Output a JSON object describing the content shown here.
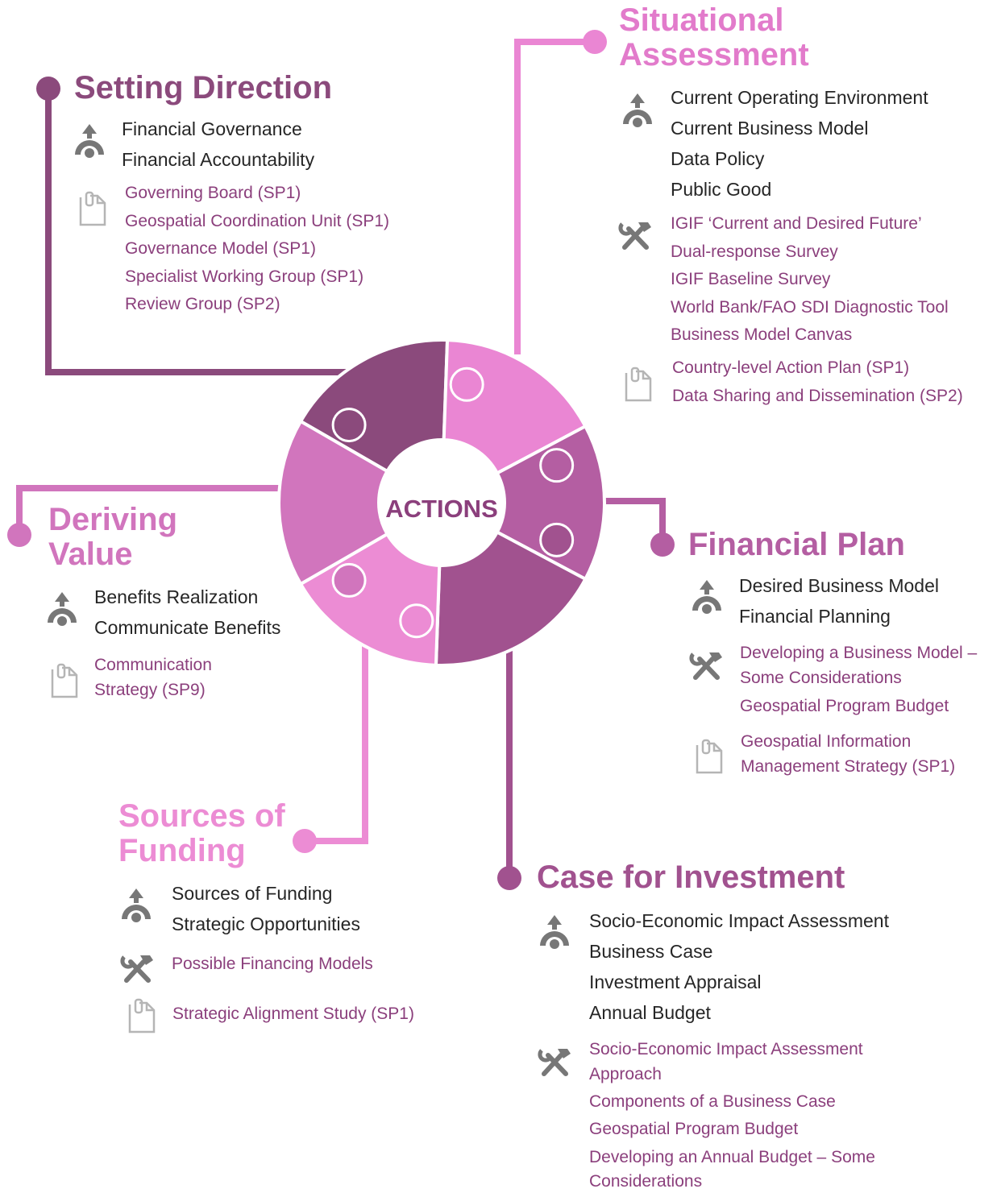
{
  "center": {
    "label": "ACTIONS"
  },
  "colors": {
    "dark": "#8b4a7c",
    "medium": "#b45ea2",
    "light": "#ea86d3",
    "pale": "#ec8cd4",
    "mid2": "#d175bd",
    "heading_pink": "#e27bcb",
    "link": "#8b3f7c",
    "icon_gray": "#777777",
    "doc_gray": "#b5b5b5"
  },
  "sections": {
    "setting_direction": {
      "title": "Setting Direction",
      "actions": [
        "Financial Governance",
        "Financial Accountability"
      ],
      "tools": [],
      "documents": [
        "Governing Board (SP1)",
        "Geospatial Coordination Unit (SP1)",
        "Governance Model (SP1)",
        "Specialist Working Group (SP1)",
        "Review Group (SP2)"
      ]
    },
    "situational_assessment": {
      "title_line1": "Situational",
      "title_line2": "Assessment",
      "actions": [
        "Current Operating Environment",
        "Current Business Model",
        "Data Policy",
        "Public Good"
      ],
      "tools": [
        "IGIF ‘Current and Desired Future’",
        "Dual-response Survey",
        "IGIF Baseline Survey",
        "World Bank/FAO SDI Diagnostic Tool",
        "Business Model Canvas"
      ],
      "documents": [
        "Country-level Action Plan (SP1)",
        "Data Sharing and Dissemination (SP2)"
      ]
    },
    "deriving_value": {
      "title_line1": "Deriving",
      "title_line2": "Value",
      "actions": [
        "Benefits Realization",
        "Communicate Benefits"
      ],
      "tools": [],
      "documents": [
        "Communication",
        "Strategy (SP9)"
      ]
    },
    "financial_plan": {
      "title": "Financial Plan",
      "actions": [
        "Desired Business Model",
        "Financial Planning"
      ],
      "tools": [
        "Developing a Business Model –",
        "Some Considerations",
        "Geospatial Program Budget"
      ],
      "documents": [
        "Geospatial Information",
        "Management Strategy (SP1)"
      ]
    },
    "sources_of_funding": {
      "title_line1": "Sources of",
      "title_line2": "Funding",
      "actions": [
        "Sources of Funding",
        "Strategic Opportunities"
      ],
      "tools": [
        "Possible Financing Models"
      ],
      "documents": [
        "Strategic Alignment Study (SP1)"
      ]
    },
    "case_for_investment": {
      "title": "Case for Investment",
      "actions": [
        "Socio-Economic Impact Assessment",
        "Business Case",
        "Investment Appraisal",
        "Annual Budget"
      ],
      "tools": [
        "Socio-Economic Impact Assessment",
        "Approach",
        "Components of a Business Case",
        "Geospatial Program Budget",
        "Developing  an Annual Budget – Some",
        "Considerations"
      ],
      "documents": []
    }
  }
}
